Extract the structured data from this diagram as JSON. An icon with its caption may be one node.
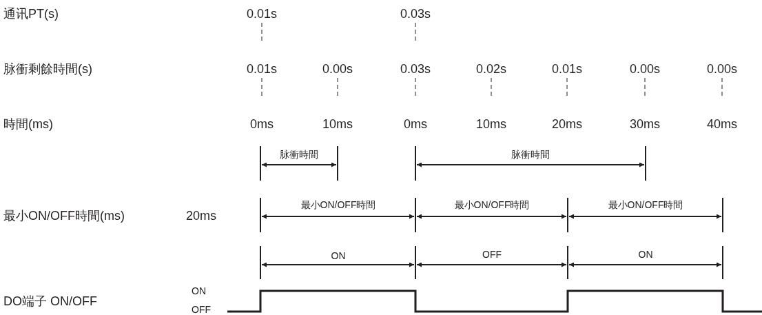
{
  "diagram": {
    "labels": [
      "通讯PT(s)",
      "0.01s",
      "0.03s",
      "脉衝剩餘時間(s)",
      "0.01s",
      "0.00s",
      "0.03s",
      "0.02s",
      "0.01s",
      "0.00s",
      "0.00s",
      "時間(ms)",
      "0ms",
      "10ms",
      "0ms",
      "10ms",
      "20ms",
      "30ms",
      "40ms",
      "脉衝時間",
      "脉衝時間",
      "最小ON/OFF時間(ms)",
      "20ms",
      "最小ON/OFF時間",
      "最小ON/OFF時間",
      "最小ON/OFF時間",
      "ON",
      "OFF",
      "ON",
      "DO端子 ON/OFF",
      "ON",
      "OFF"
    ]
  }
}
